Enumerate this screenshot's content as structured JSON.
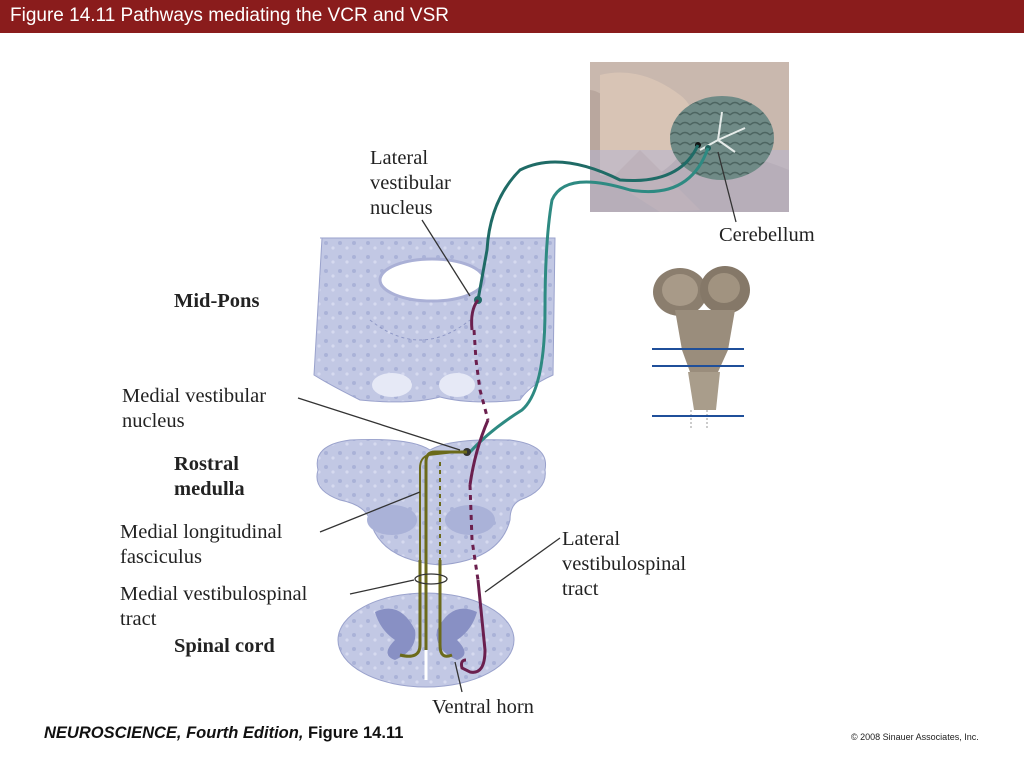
{
  "header": {
    "title": "Figure 14.11  Pathways mediating the VCR and VSR"
  },
  "labels": {
    "lateral_vestibular_nucleus": [
      "Lateral",
      "vestibular",
      "nucleus"
    ],
    "cerebellum": "Cerebellum",
    "mid_pons": "Mid-Pons",
    "medial_vestibular_nucleus": [
      "Medial vestibular",
      "nucleus"
    ],
    "rostral_medulla": [
      "Rostral",
      "medulla"
    ],
    "medial_longitudinal_fasciculus": [
      "Medial longitudinal",
      "fasciculus"
    ],
    "medial_vestibulospinal_tract": [
      "Medial vestibulospinal",
      "tract"
    ],
    "spinal_cord": "Spinal cord",
    "lateral_vestibulospinal_tract": [
      "Lateral",
      "vestibulospinal",
      "tract"
    ],
    "ventral_horn": "Ventral horn"
  },
  "footer": {
    "book_title": "NEUROSCIENCE, Fourth Edition,",
    "figure_ref": " Figure 14.11",
    "copyright": "© 2008 Sinauer Associates, Inc."
  },
  "colors": {
    "title_bar": "#8a1c1c",
    "pathway_teal": "#1f6b66",
    "pathway_teal_light": "#2e8a82",
    "pathway_purple": "#6b1f4e",
    "pathway_olive": "#6b6a1a",
    "section_fill": "#bcc3e0",
    "brainstem_line": "#1f4f9a"
  }
}
